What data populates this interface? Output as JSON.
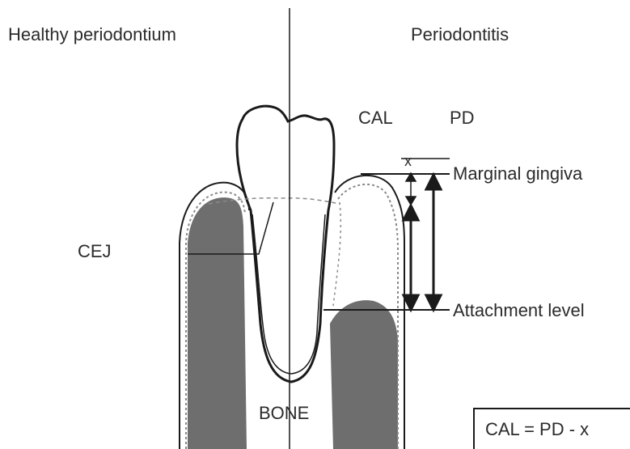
{
  "labels": {
    "healthy": "Healthy periodontium",
    "periodontitis": "Periodontitis",
    "cal": "CAL",
    "pd": "PD",
    "x": "x",
    "marginal_gingiva": "Marginal gingiva",
    "cej": "CEJ",
    "attachment_level": "Attachment level",
    "bone": "BONE",
    "formula": "CAL = PD - x"
  },
  "colors": {
    "bone": "#6e6e6e",
    "line": "#1a1a1a",
    "background": "#ffffff",
    "dashed": "#8a8a8a"
  }
}
